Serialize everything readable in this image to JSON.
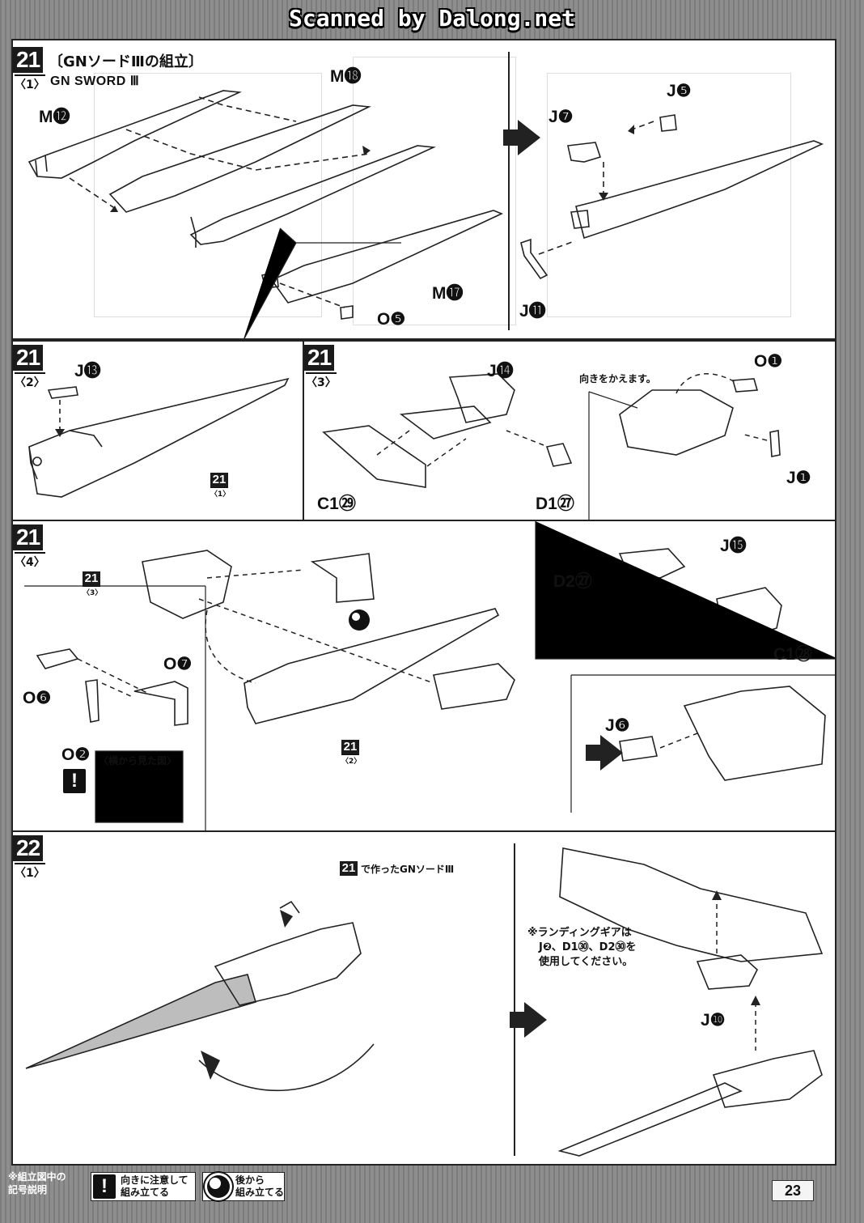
{
  "header": {
    "scan_credit": "Scanned by Dalong.net"
  },
  "steps": {
    "s21_1": {
      "number": "21",
      "sub": "〈1〉",
      "title": "〔GNソードⅢの組立〕",
      "subtitle": "GN SWORD Ⅲ",
      "labels": {
        "m18": "M⓲",
        "m12": "M⓬",
        "m17": "M⓱",
        "o5": "O❺",
        "j5": "J❺",
        "j7": "J❼",
        "j11": "J⓫"
      }
    },
    "s21_2": {
      "number": "21",
      "sub": "〈2〉",
      "labels": {
        "j13": "J⓭"
      },
      "ref": {
        "no": "21",
        "sub": "〈1〉"
      }
    },
    "s21_3": {
      "number": "21",
      "sub": "〈3〉",
      "labels": {
        "j14": "J⓮",
        "c129": "C1㉙",
        "d127": "D1㉗",
        "o1": "O❶",
        "j1": "J❶"
      },
      "note": "向きをかえます。"
    },
    "s21_4": {
      "number": "21",
      "sub": "〈4〉",
      "labels": {
        "o7": "O❼",
        "o6": "O❻",
        "o2": "O❷",
        "d227": "D2㉗",
        "j15": "J⓯",
        "c128": "C1㉘",
        "j6": "J❻"
      },
      "side_view": "〈横から見た図〉",
      "ref3": {
        "no": "21",
        "sub": "〈3〉"
      },
      "ref2": {
        "no": "21",
        "sub": "〈2〉"
      }
    },
    "s22_1": {
      "number": "22",
      "sub": "〈1〉",
      "made_ref": {
        "no": "21",
        "text": "で作ったGNソードⅢ"
      },
      "note_lines": [
        "※ランディングギアは",
        "J❷、D1㉚、D2㉚を",
        "使用してください。"
      ],
      "labels": {
        "j10": "J❿"
      }
    }
  },
  "legend": {
    "title_lines": [
      "※組立図中の",
      "記号説明"
    ],
    "caution_lines": [
      "向きに注意して",
      "組み立てる"
    ],
    "back_lines": [
      "後から",
      "組み立てる"
    ]
  },
  "page_number": "23"
}
